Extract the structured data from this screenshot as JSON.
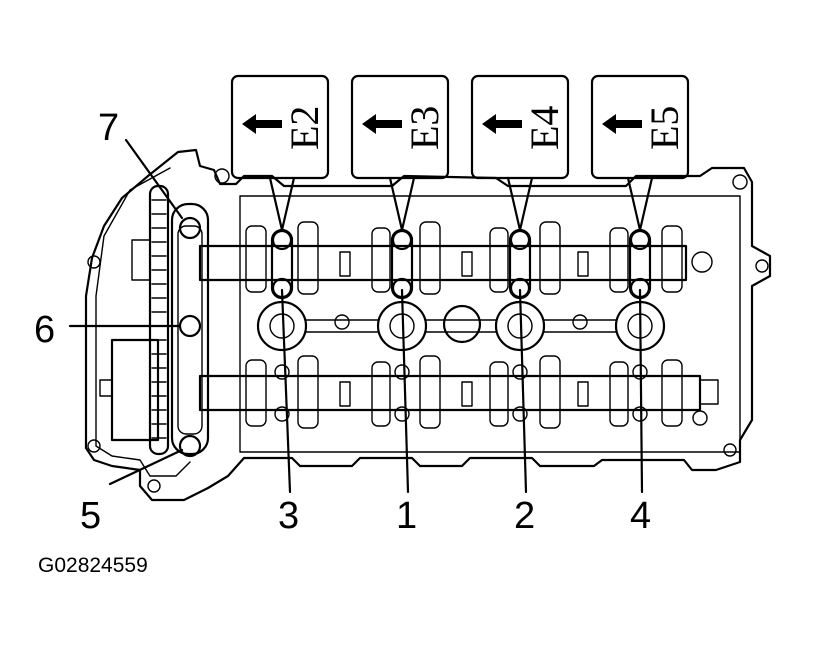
{
  "figure_id": "G02824559",
  "callouts": {
    "c1": "1",
    "c2": "2",
    "c3": "3",
    "c4": "4",
    "c5": "5",
    "c6": "6",
    "c7": "7"
  },
  "tags": {
    "t1": "E2",
    "t2": "E3",
    "t3": "E4",
    "t4": "E5"
  },
  "icons": {
    "tag_arrow": "left-arrow-icon"
  },
  "colors": {
    "line": "#000000",
    "background": "#ffffff"
  }
}
